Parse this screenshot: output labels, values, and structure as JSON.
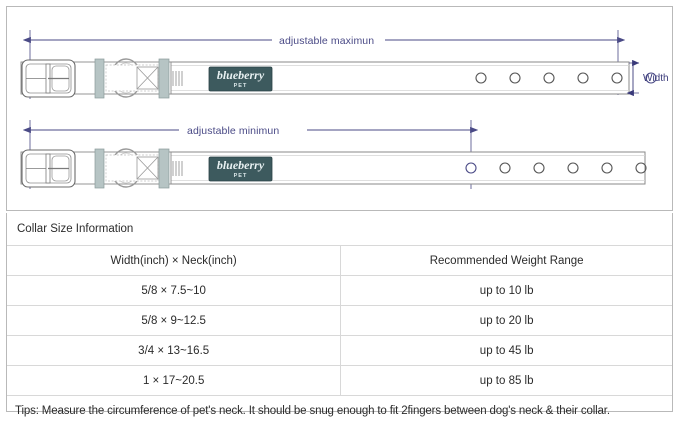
{
  "diagram": {
    "top": {
      "dimension_label": "adjustable maximun",
      "brand_label": "blueberry",
      "brand_sub": "PET",
      "holes": 6,
      "width_label": "Width"
    },
    "bottom": {
      "dimension_label": "adjustable minimun",
      "brand_label": "blueberry",
      "brand_sub": "PET",
      "holes": 6
    },
    "colors": {
      "dimension_line": "#4a4a86",
      "strap_outline": "#8a8a8a",
      "keeper_fill": "#b6c4c4",
      "tag_fill": "#3d5a5e"
    }
  },
  "table": {
    "title": "Collar Size Information",
    "headers": [
      "Width(inch)  ×  Neck(inch)",
      "Recommended Weight Range"
    ],
    "rows": [
      {
        "size": "5/8 × 7.5~10",
        "weight": "up to 10 lb"
      },
      {
        "size": "5/8 × 9~12.5",
        "weight": "up to 20 lb"
      },
      {
        "size": "3/4 × 13~16.5",
        "weight": "up to 45 lb"
      },
      {
        "size": "1 × 17~20.5",
        "weight": "up to 85 lb"
      }
    ],
    "tips": "Tips: Measure the circumference of pet's neck. It should be snug enough to fit 2fingers between dog's neck & their collar."
  }
}
